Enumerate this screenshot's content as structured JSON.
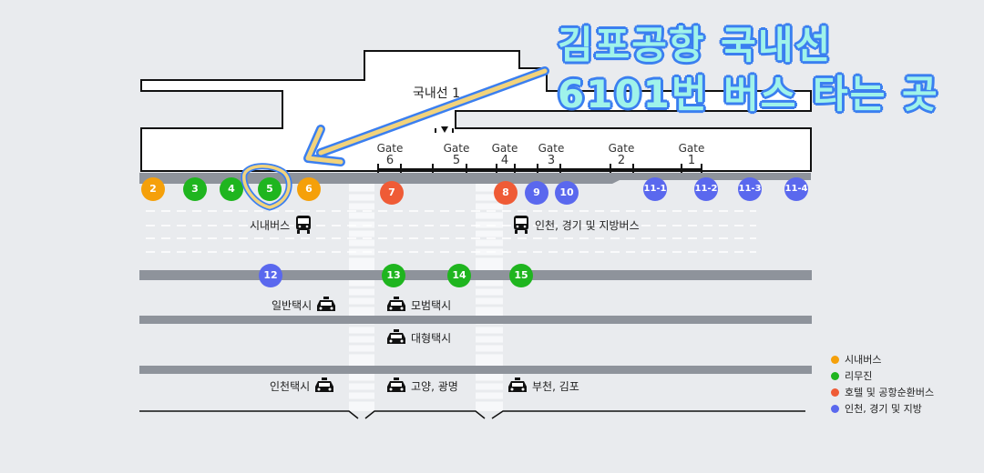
{
  "title": {
    "line1": "김포공항 국내선",
    "line2": "6101번 버스 타는 곳"
  },
  "terminal": {
    "label": "국내선 1"
  },
  "gates": [
    {
      "word": "Gate",
      "num": "6"
    },
    {
      "word": "Gate",
      "num": "5"
    },
    {
      "word": "Gate",
      "num": "4"
    },
    {
      "word": "Gate",
      "num": "3"
    },
    {
      "word": "Gate",
      "num": "2"
    },
    {
      "word": "Gate",
      "num": "1"
    }
  ],
  "stops": [
    {
      "label": "2",
      "category": "city"
    },
    {
      "label": "3",
      "category": "limousine"
    },
    {
      "label": "4",
      "category": "limousine"
    },
    {
      "label": "5",
      "category": "limousine"
    },
    {
      "label": "6",
      "category": "city"
    },
    {
      "label": "7",
      "category": "hotel"
    },
    {
      "label": "8",
      "category": "hotel"
    },
    {
      "label": "9",
      "category": "regional"
    },
    {
      "label": "10",
      "category": "regional"
    },
    {
      "label": "11-1",
      "category": "regional"
    },
    {
      "label": "11-2",
      "category": "regional"
    },
    {
      "label": "11-3",
      "category": "regional"
    },
    {
      "label": "11-4",
      "category": "regional"
    },
    {
      "label": "12",
      "category": "regional"
    },
    {
      "label": "13",
      "category": "limousine"
    },
    {
      "label": "14",
      "category": "limousine"
    },
    {
      "label": "15",
      "category": "limousine"
    }
  ],
  "zones": {
    "city_bus": "시내버스",
    "regional_bus": "인천, 경기 및 지방버스",
    "general_taxi": "일반택시",
    "deluxe_taxi": "모범택시",
    "large_taxi": "대형택시",
    "incheon_taxi": "인천택시",
    "goyang_taxi": "고양, 광명",
    "bucheon_taxi": "부천, 김포"
  },
  "legend": [
    {
      "label": "시내버스",
      "color": "#f5a00a"
    },
    {
      "label": "리무진",
      "color": "#1fb51f"
    },
    {
      "label": "호텔 및 공항순환버스",
      "color": "#ef5b36"
    },
    {
      "label": "인천, 경기 및 지방",
      "color": "#5a68ee"
    }
  ],
  "colors": {
    "city": "#f5a00a",
    "limousine": "#1fb51f",
    "hotel": "#ef5b36",
    "regional": "#5a68ee",
    "highlight": "#f2d37c",
    "arrow_outline": "#3b7ff0"
  }
}
